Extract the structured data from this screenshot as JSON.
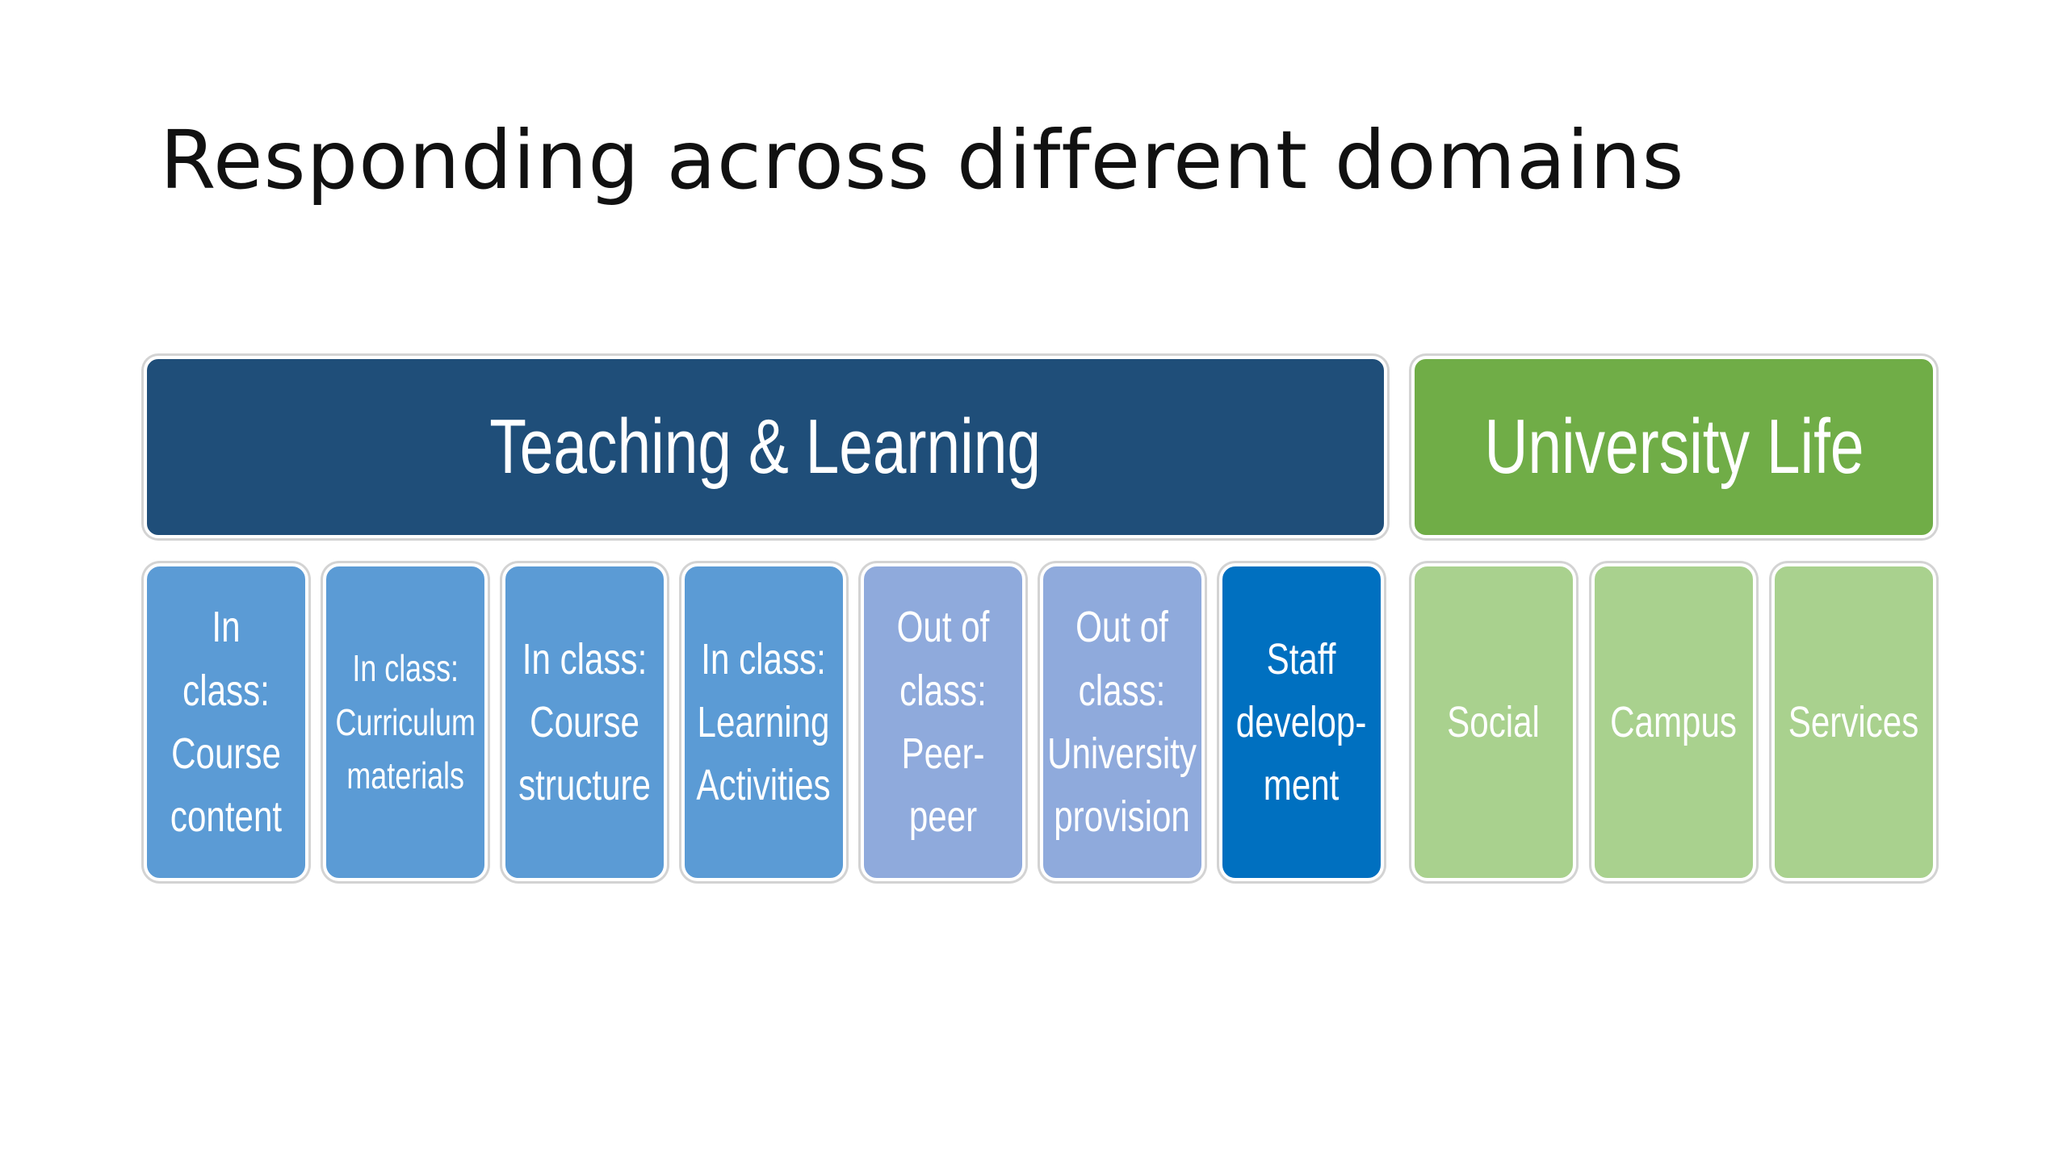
{
  "slide": {
    "title": "Responding across different domains"
  },
  "colors": {
    "teaching_header": "#1f4e79",
    "university_header": "#70ad47",
    "in_class": "#5b9bd5",
    "out_of_class": "#8faadc",
    "staff": "#0070c0",
    "university_cells": "#a9d18e"
  },
  "groups": {
    "teaching": {
      "label": "Teaching & Learning",
      "items": [
        "In class:\nCourse\ncontent",
        "In class:\nCurriculum\nmaterials",
        "In class:\nCourse\nstructure",
        "In class:\nLearning\nActivities",
        "Out of\nclass:\nPeer-peer",
        "Out of\nclass:\nUniversity\nprovision",
        "Staff\ndevelop-\nment"
      ]
    },
    "university": {
      "label": "University Life",
      "items": [
        "Social",
        "Campus",
        "Services"
      ]
    }
  }
}
